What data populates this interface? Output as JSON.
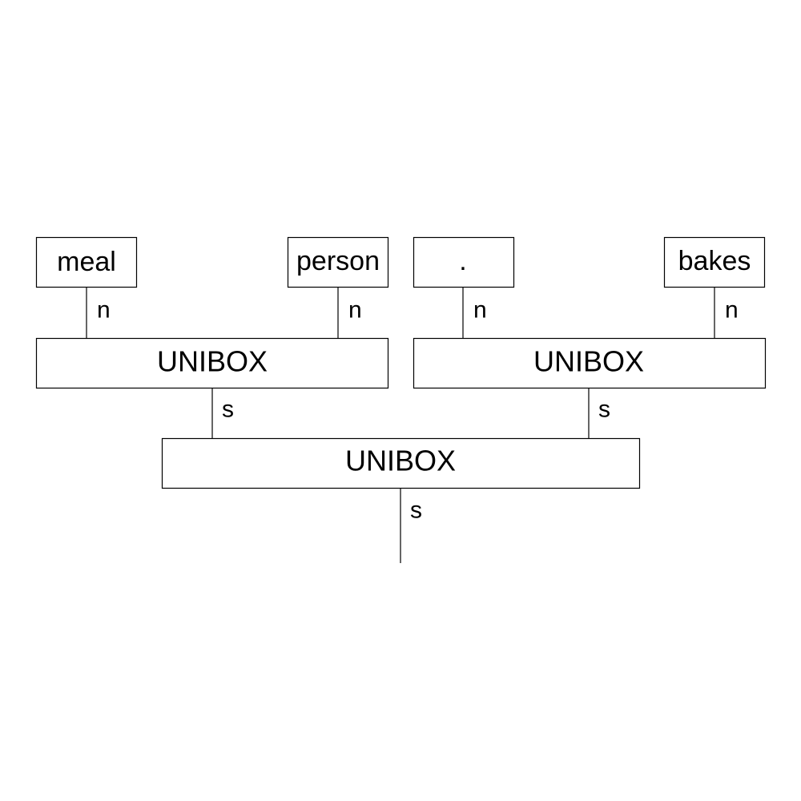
{
  "diagram": {
    "words": [
      {
        "id": "word-meal",
        "label": "meal",
        "type": "n"
      },
      {
        "id": "word-person",
        "label": "person",
        "type": "n"
      },
      {
        "id": "word-dot",
        "label": ".",
        "type": "n"
      },
      {
        "id": "word-bakes",
        "label": "bakes",
        "type": "n"
      }
    ],
    "boxes": [
      {
        "id": "unibox-left",
        "label": "UNIBOX",
        "output_type": "s"
      },
      {
        "id": "unibox-right",
        "label": "UNIBOX",
        "output_type": "s"
      },
      {
        "id": "unibox-root",
        "label": "UNIBOX",
        "output_type": "s"
      }
    ]
  }
}
